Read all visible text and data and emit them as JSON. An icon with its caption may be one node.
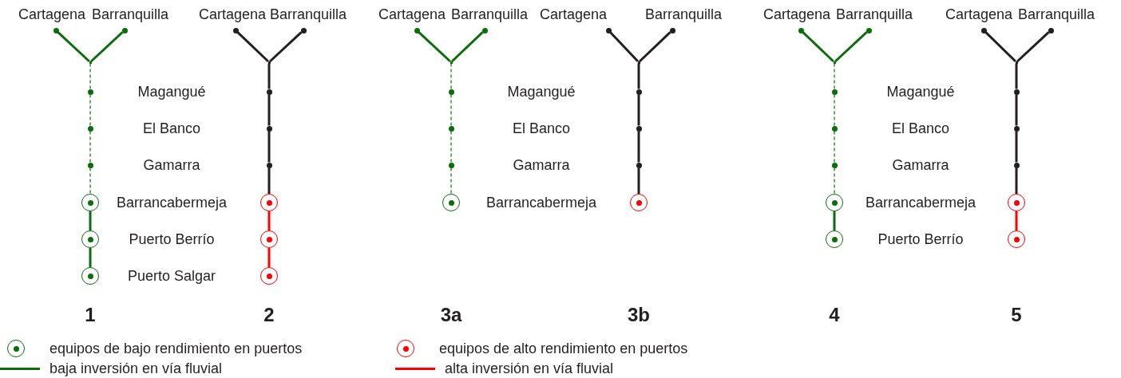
{
  "diagram": {
    "nodes": [
      {
        "text": [],
        "shape": "dot",
        "beside": [
          "Cartagena"
        ]
      },
      {
        "text": [],
        "shape": "dot",
        "beside": [
          "Barranquilla"
        ]
      },
      {
        "text": [],
        "shape": "point"
      },
      {
        "text": [],
        "shape": "dot"
      },
      {
        "text": [],
        "shape": "dot"
      },
      {
        "text": [],
        "shape": "dot"
      },
      {
        "text": [],
        "shape": "circle"
      },
      {
        "text": [],
        "shape": "circle"
      },
      {
        "text": [],
        "shape": "circle"
      },
      {
        "text": [],
        "shape": "dot",
        "beside": [
          "Cartagena"
        ]
      },
      {
        "text": [],
        "shape": "dot",
        "beside": [
          "Barranquilla"
        ]
      },
      {
        "text": [],
        "shape": "point"
      },
      {
        "text": [],
        "shape": "dot"
      },
      {
        "text": [],
        "shape": "dot"
      },
      {
        "text": [],
        "shape": "dot"
      },
      {
        "text": [],
        "shape": "circle"
      },
      {
        "text": [],
        "shape": "circle"
      },
      {
        "text": [],
        "shape": "circle"
      },
      {
        "text": [],
        "shape": "dot",
        "beside": [
          "Cartagena"
        ]
      },
      {
        "text": [],
        "shape": "dot",
        "beside": [
          "Barranquilla"
        ]
      },
      {
        "text": [],
        "shape": "point"
      },
      {
        "text": [],
        "shape": "dot"
      },
      {
        "text": [],
        "shape": "dot"
      },
      {
        "text": [],
        "shape": "dot"
      },
      {
        "text": [],
        "shape": "circle"
      },
      {
        "text": [],
        "shape": "dot",
        "beside": [
          "Cartagena"
        ]
      },
      {
        "text": [],
        "shape": "dot",
        "beside": [
          "Barranquilla"
        ]
      },
      {
        "text": [],
        "shape": "point"
      },
      {
        "text": [],
        "shape": "dot"
      },
      {
        "text": [],
        "shape": "dot"
      },
      {
        "text": [],
        "shape": "dot"
      },
      {
        "text": [],
        "shape": "circle"
      },
      {
        "text": [],
        "shape": "dot",
        "beside": [
          "Cartagena"
        ]
      },
      {
        "text": [],
        "shape": "dot",
        "beside": [
          "Barranquilla"
        ]
      },
      {
        "text": [],
        "shape": "point"
      },
      {
        "text": [],
        "shape": "dot"
      },
      {
        "text": [],
        "shape": "dot"
      },
      {
        "text": [],
        "shape": "dot"
      },
      {
        "text": [],
        "shape": "circle"
      },
      {
        "text": [],
        "shape": "circle"
      },
      {
        "text": [],
        "shape": "dot",
        "beside": [
          "Cartagena"
        ]
      },
      {
        "text": [],
        "shape": "dot",
        "beside": [
          "Barranquilla"
        ]
      },
      {
        "text": [],
        "shape": "point"
      },
      {
        "text": [],
        "shape": "dot"
      },
      {
        "text": [],
        "shape": "dot"
      },
      {
        "text": [],
        "shape": "dot"
      },
      {
        "text": [],
        "shape": "circle"
      },
      {
        "text": [],
        "shape": "circle"
      }
    ],
    "edges": [
      {
        "from": 0,
        "to": 2,
        "arrow": "none"
      },
      {
        "from": 1,
        "to": 2,
        "arrow": "none"
      },
      {
        "from": 2,
        "to": 3,
        "arrow": "none",
        "style": "dashed"
      },
      {
        "from": 3,
        "to": 4,
        "arrow": "none",
        "style": "dashed"
      },
      {
        "from": 4,
        "to": 5,
        "arrow": "none",
        "style": "dashed"
      },
      {
        "from": 5,
        "to": 6,
        "arrow": "none",
        "style": "dashed"
      },
      {
        "from": 6,
        "to": 7,
        "arrow": "none"
      },
      {
        "from": 7,
        "to": 8,
        "arrow": "none"
      },
      {
        "from": 9,
        "to": 11,
        "arrow": "none",
        "color": "#231f20"
      },
      {
        "from": 10,
        "to": 11,
        "arrow": "none",
        "color": "#231f20"
      },
      {
        "from": 11,
        "to": 12,
        "arrow": "none",
        "color": "#231f20"
      },
      {
        "from": 12,
        "to": 13,
        "arrow": "none",
        "color": "#231f20"
      },
      {
        "from": 13,
        "to": 14,
        "arrow": "none",
        "color": "#231f20"
      },
      {
        "from": 14,
        "to": 15,
        "arrow": "none",
        "color": "#231f20"
      },
      {
        "from": 15,
        "to": 16,
        "arrow": "none",
        "color": "#ff0000"
      },
      {
        "from": 16,
        "to": 17,
        "arrow": "none",
        "color": "#ff0000"
      },
      {
        "from": 18,
        "to": 20,
        "arrow": "none"
      },
      {
        "from": 19,
        "to": 20,
        "arrow": "none"
      },
      {
        "from": 20,
        "to": 21,
        "arrow": "none",
        "style": "dashed"
      },
      {
        "from": 21,
        "to": 22,
        "arrow": "none",
        "style": "dashed"
      },
      {
        "from": 22,
        "to": 23,
        "arrow": "none",
        "style": "dashed"
      },
      {
        "from": 23,
        "to": 24,
        "arrow": "none",
        "style": "dashed"
      },
      {
        "from": 25,
        "to": 27,
        "arrow": "none",
        "color": "#231f20"
      },
      {
        "from": 26,
        "to": 27,
        "arrow": "none",
        "color": "#231f20"
      },
      {
        "from": 27,
        "to": 28,
        "arrow": "none",
        "color": "#231f20"
      },
      {
        "from": 28,
        "to": 29,
        "arrow": "none",
        "color": "#231f20"
      },
      {
        "from": 29,
        "to": 30,
        "arrow": "none",
        "color": "#231f20"
      },
      {
        "from": 30,
        "to": 31,
        "arrow": "none",
        "color": "#231f20"
      },
      {
        "from": 32,
        "to": 34,
        "arrow": "none"
      },
      {
        "from": 33,
        "to": 34,
        "arrow": "none"
      },
      {
        "from": 34,
        "to": 35,
        "arrow": "none",
        "style": "dashed"
      },
      {
        "from": 35,
        "to": 36,
        "arrow": "none",
        "style": "dashed"
      },
      {
        "from": 36,
        "to": 37,
        "arrow": "none",
        "style": "dashed"
      },
      {
        "from": 37,
        "to": 38,
        "arrow": "none",
        "style": "dashed"
      },
      {
        "from": 38,
        "to": 39,
        "arrow": "none"
      },
      {
        "from": 40,
        "to": 42,
        "arrow": "none",
        "color": "#231f20"
      },
      {
        "from": 41,
        "to": 42,
        "arrow": "none",
        "color": "#231f20"
      },
      {
        "from": 42,
        "to": 43,
        "arrow": "none",
        "color": "#231f20"
      },
      {
        "from": 43,
        "to": 44,
        "arrow": "none",
        "color": "#231f20"
      },
      {
        "from": 44,
        "to": 45,
        "arrow": "none",
        "color": "#231f20"
      },
      {
        "from": 45,
        "to": 46,
        "arrow": "none",
        "color": "#231f20"
      },
      {
        "from": 46,
        "to": 47,
        "arrow": "none",
        "color": "#ff0000"
      }
    ],
    "labels": [
      "Magangué",
      "Magangué",
      "Magangué",
      "El Banco",
      "El Banco",
      "El Banco",
      "Gamarra",
      "Gamarra",
      "Gamarra",
      "Barrancabermeja",
      "Barrancabermeja",
      "Barrancabermeja",
      "Puerto Berrío",
      "Puerto Berrío",
      "Puerto Salgar",
      "1",
      "2",
      "3a",
      "3b",
      "4",
      "5"
    ],
    "legend": [
      {
        "text": "equipos de bajo rendimiento en puertos",
        "color": "#0b6e0b"
      },
      {
        "text": "baja inversión en vía fluvial",
        "color": "#0b6e0b"
      },
      {
        "text": "equipos de alto rendimiento en puertos",
        "color": "#ff0000"
      },
      {
        "text": "alta inversión en vía fluvial",
        "color": "#ff0000"
      }
    ]
  }
}
